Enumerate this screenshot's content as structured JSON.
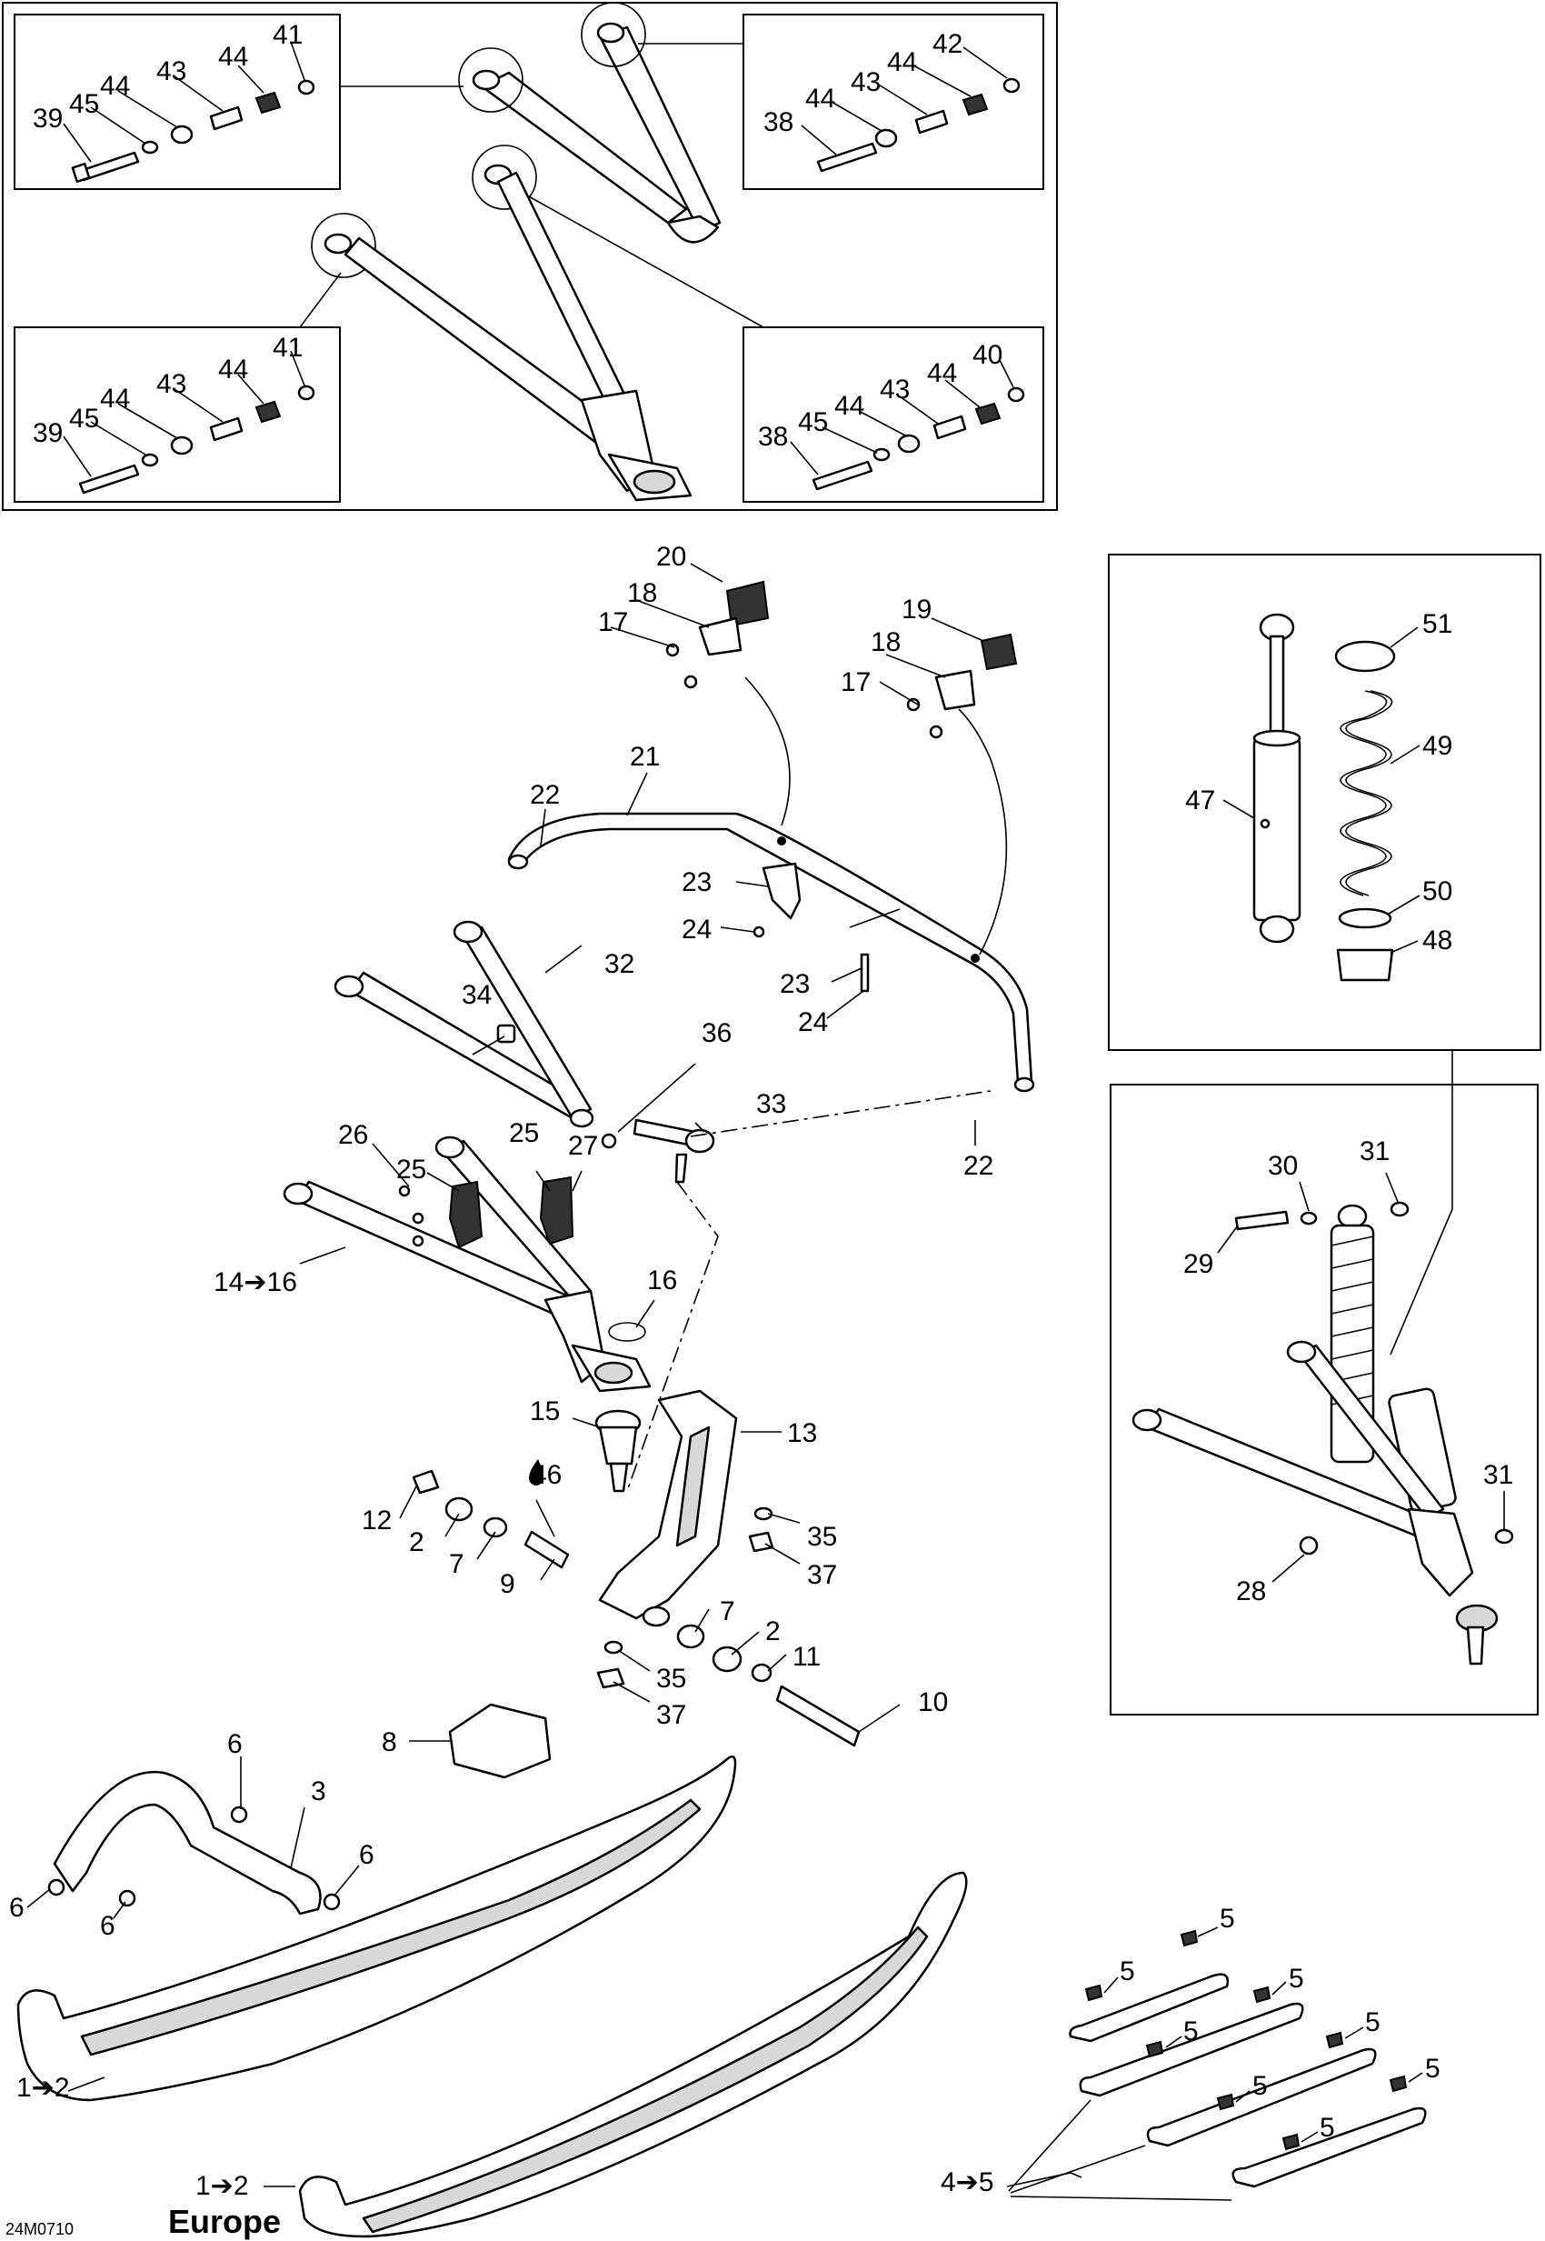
{
  "callouts": {
    "c1": "41",
    "c2": "44",
    "c3": "43",
    "c4": "44",
    "c5": "45",
    "c6": "39",
    "c7": "42",
    "c8": "44",
    "c9": "43",
    "c10": "44",
    "c11": "38",
    "c12": "41",
    "c13": "44",
    "c14": "43",
    "c15": "44",
    "c16": "45",
    "c17": "39",
    "c18": "40",
    "c19": "44",
    "c20": "43",
    "c21": "44",
    "c22": "45",
    "c23": "38",
    "p20": "20",
    "p18a": "18",
    "p17a": "17",
    "p19": "19",
    "p18b": "18",
    "p17b": "17",
    "p21": "21",
    "p22a": "22",
    "p23a": "23",
    "p24a": "24",
    "p23b": "23",
    "p24b": "24",
    "p32": "32",
    "p34": "34",
    "p36": "36",
    "p33": "33",
    "p22b": "22",
    "p26": "26",
    "p25a": "25",
    "p25b": "25",
    "p27": "27",
    "p1416": "14➔16",
    "p16": "16",
    "p15": "15",
    "p13": "13",
    "p46": "46",
    "p12": "12",
    "p2a": "2",
    "p7a": "7",
    "p9": "9",
    "p35a": "35",
    "p37a": "37",
    "p7b": "7",
    "p2b": "2",
    "p11": "11",
    "p35b": "35",
    "p37b": "37",
    "p10": "10",
    "p8": "8",
    "p6a": "6",
    "p3": "3",
    "p6b": "6",
    "p6c": "6",
    "p6d": "6",
    "p12ski": "1➔2",
    "p12eu": "1➔2",
    "p45": "4➔5",
    "p5a": "5",
    "p5b": "5",
    "p5c": "5",
    "p5d": "5",
    "p5e": "5",
    "p5f": "5",
    "p5g": "5",
    "p5h": "5",
    "p51": "51",
    "p49": "49",
    "p47": "47",
    "p50": "50",
    "p48": "48",
    "p30": "30",
    "p31a": "31",
    "p29": "29",
    "p31b": "31",
    "p28": "28"
  },
  "region_label": "Europe",
  "diagram_code": "24M0710"
}
